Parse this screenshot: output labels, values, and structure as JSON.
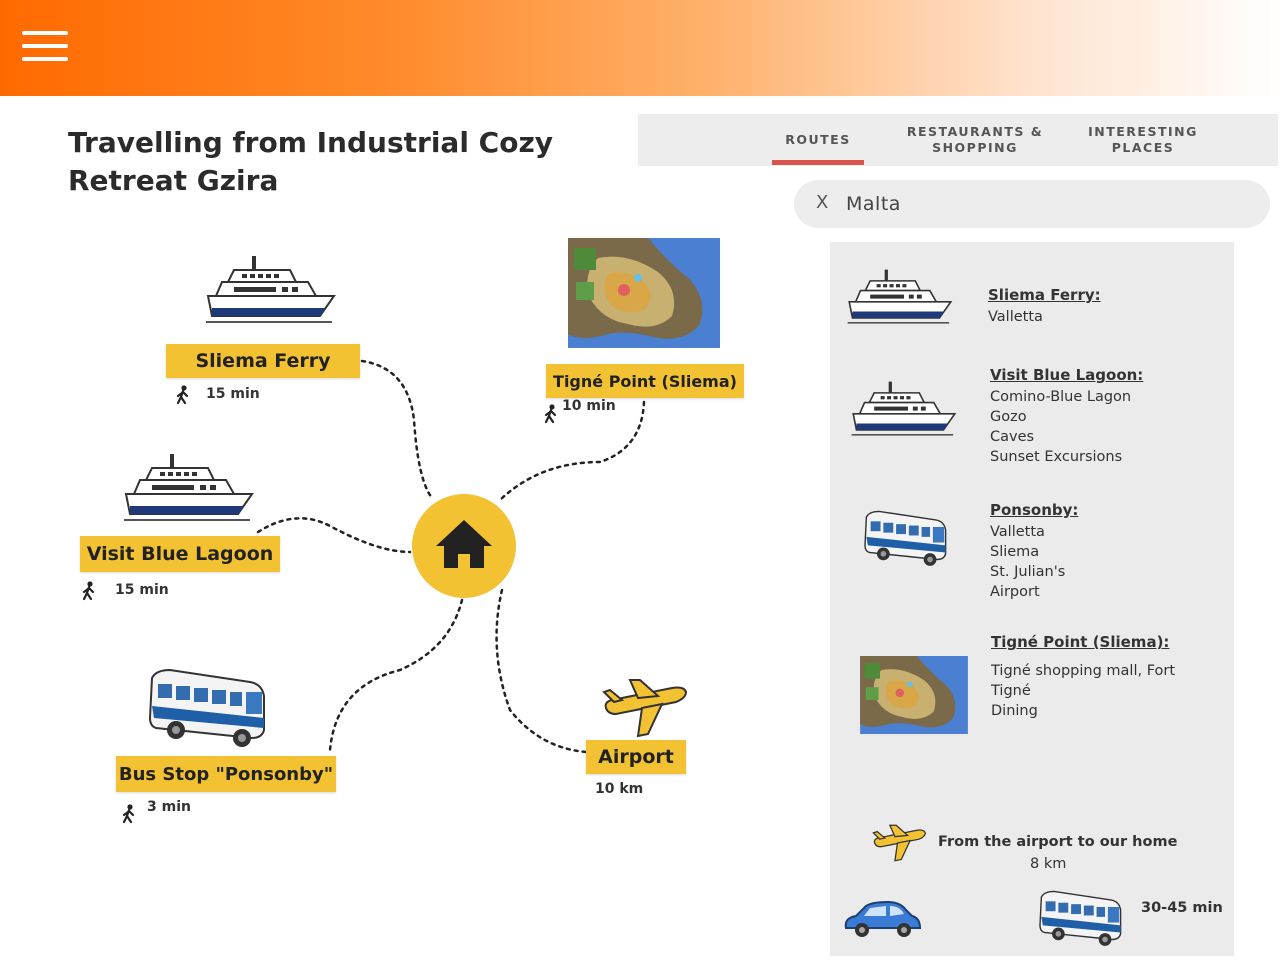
{
  "header": {
    "menu_icon": "hamburger-menu-icon",
    "accent_color": "#ff6a00"
  },
  "title": "Travelling from Industrial Cozy Retreat Gzira",
  "tabs": [
    {
      "label": "ROUTES",
      "active": true
    },
    {
      "label": "RESTAURANTS & SHOPPING",
      "active": false
    },
    {
      "label": "INTERESTING PLACES",
      "active": false
    }
  ],
  "search": {
    "clear_label": "X",
    "value": "Malta"
  },
  "map": {
    "center_icon": "home-icon",
    "destinations": [
      {
        "label": "Sliema Ferry",
        "detail": "15 min",
        "icon": "ferry-icon"
      },
      {
        "label": "Tigné Point (Sliema)",
        "detail": "10 min",
        "icon": "aerial-map-icon"
      },
      {
        "label": "Visit Blue Lagoon",
        "detail": "15 min",
        "icon": "ferry-icon"
      },
      {
        "label": "Bus Stop \"Ponsonby\"",
        "detail": "3 min",
        "icon": "bus-icon"
      },
      {
        "label": "Airport",
        "detail": "10 km",
        "icon": "airplane-icon"
      }
    ]
  },
  "panel": {
    "entries": [
      {
        "title": "Sliema Ferry:",
        "lines": [
          "Valletta"
        ]
      },
      {
        "title": "Visit Blue Lagoon:",
        "lines": [
          "Comino-Blue Lagon",
          "Gozo",
          "Caves",
          "Sunset Excursions"
        ]
      },
      {
        "title": "Ponsonby:",
        "lines": [
          "Valletta",
          "Sliema",
          "St. Julian's",
          "Airport"
        ]
      },
      {
        "title": "Tigné Point (Sliema):",
        "lines": [
          "Tigné shopping mall, Fort",
          "Tigné",
          "Dining"
        ]
      }
    ],
    "airport_note": {
      "text": "From the airport to our home",
      "distance": "8 km",
      "duration": "30-45 min"
    }
  }
}
